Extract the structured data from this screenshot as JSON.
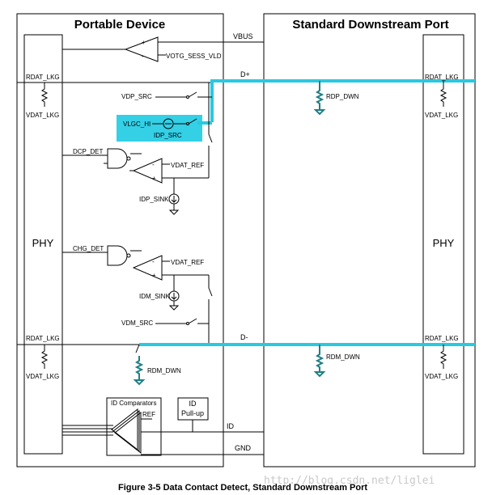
{
  "left_box": {
    "title": "Portable Device"
  },
  "right_box": {
    "title": "Standard Downstream Port"
  },
  "left_phy": {
    "label": "PHY"
  },
  "right_phy": {
    "label": "PHY"
  },
  "signals": {
    "vbus": "VBUS",
    "dplus": "D+",
    "dminus": "D-",
    "id": "ID",
    "gnd": "GND"
  },
  "labels": {
    "vbus_comparator": "VOTG_SESS_VLD",
    "rdat_lkg": "RDAT_LKG",
    "vdat_lkg": "VDAT_LKG",
    "vdp_src": "VDP_SRC",
    "vlgc_hi": "VLGC_HI",
    "idp_src": "IDP_SRC",
    "dcp_det": "DCP_DET",
    "vdat_ref": "VDAT_REF",
    "idp_sink": "IDP_SINK",
    "chg_det": "CHG_DET",
    "idm_sink": "IDM_SINK",
    "vdm_src": "VDM_SRC",
    "rdm_dwn": "RDM_DWN",
    "rdp_dwn": "RDP_DWN",
    "id_comparators": "ID Comparators",
    "ref": "REF",
    "id_pullup_1": "ID",
    "id_pullup_2": "Pull-up"
  },
  "caption": "Figure 3-5  Data Contact Detect, Standard Downstream Port",
  "watermark": "http://blog.csdn.net/liglei",
  "colors": {
    "highlight": "#29c9e0",
    "highlight_fill": "#33d0e6",
    "resistor_ground": "#1f7f84"
  }
}
